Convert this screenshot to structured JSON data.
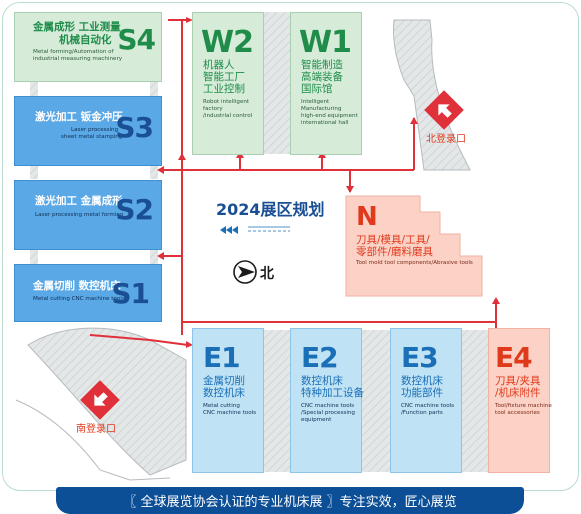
{
  "map_title": "2024展区规划",
  "north_label": "北",
  "entrances": {
    "north": "北登录口",
    "south": "南登录口"
  },
  "halls": {
    "S4": {
      "code": "S4",
      "cn1": "金属成形  工业测量",
      "cn2": "机械自动化",
      "en1": "Metal forming/Automation of",
      "en2": "industrial measuring machinery"
    },
    "S3": {
      "code": "S3",
      "cn1": "激光加工  钣金冲压",
      "en1": "Laser processing",
      "en2": "sheet metal stamping"
    },
    "S2": {
      "code": "S2",
      "cn1": "激光加工  金属成形",
      "en1": "Laser processing metal forming"
    },
    "S1": {
      "code": "S1",
      "cn1": "金属切削  数控机床",
      "en1": "Metal cutting CNC machine tools"
    },
    "W2": {
      "code": "W2",
      "cn1": "机器人",
      "cn2": "智能工厂",
      "cn3": "工业控制",
      "en1": "Robot intelligent",
      "en2": "factory",
      "en3": "/industrial control"
    },
    "W1": {
      "code": "W1",
      "cn1": "智能制造",
      "cn2": "高端装备",
      "cn3": "国际馆",
      "en1": "Intelligent",
      "en2": "Manufacturing",
      "en3": "high-end equipment",
      "en4": "international hall"
    },
    "N": {
      "code": "N",
      "cn1": "刀具/模具/工具/",
      "cn2": "零部件/磨料磨具",
      "en1": "Tool mold tool components/Abrasive tools"
    },
    "E1": {
      "code": "E1",
      "cn1": "金属切削",
      "cn2": "数控机床",
      "en1": "Metal cutting",
      "en2": "CNC machine tools"
    },
    "E2": {
      "code": "E2",
      "cn1": "数控机床",
      "cn2": "特种加工设备",
      "en1": "CNC machine tools",
      "en2": "/Special processing",
      "en3": "equipment"
    },
    "E3": {
      "code": "E3",
      "cn1": "数控机床",
      "cn2": "功能部件",
      "en1": "CNC machine tools",
      "en2": "/Function parts"
    },
    "E4": {
      "code": "E4",
      "cn1": "刀具/夹具",
      "cn2": "/机床附件",
      "en1": "Tool/fixture machine",
      "en2": "tool accessories"
    }
  },
  "footer": {
    "text": "〖 全球展览协会认证的专业机床展 〗专注实效，匠心展览"
  },
  "colors": {
    "south_hall": "#5aa8e6",
    "south_text": "#1a6fb6",
    "green_hall": "#d6ecd9",
    "green_text": "#1f8c4a",
    "salmon_hall": "#fbd2c5",
    "salmon_text": "#e03a1d",
    "path": "#e0303a",
    "footer": "#0d4f97"
  }
}
